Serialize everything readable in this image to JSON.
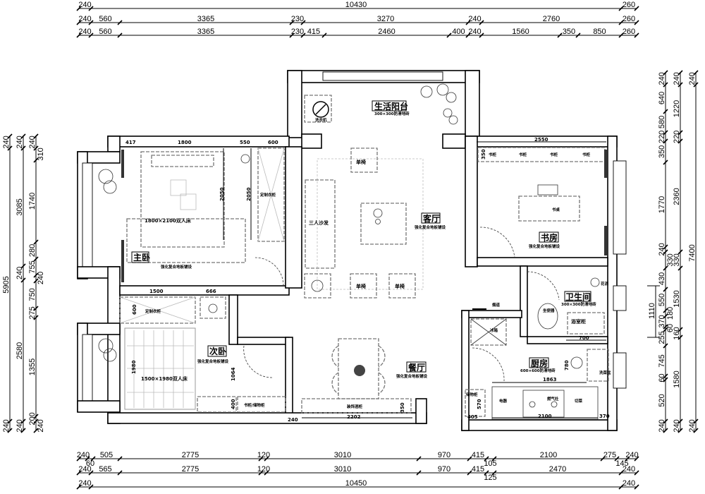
{
  "dimensions": {
    "top": [
      [
        "240",
        "10430",
        "260"
      ],
      [
        "240",
        "560",
        "3365",
        "230",
        "3270",
        "240",
        "2760",
        "260"
      ],
      [
        "240",
        "560",
        "3365",
        "230",
        "415",
        "2460",
        "400",
        "240",
        "1560",
        "350",
        "850",
        "260"
      ]
    ],
    "bottom": [
      [
        "240",
        "60",
        "505",
        "2775",
        "120",
        "3010",
        "970",
        "415",
        "105",
        "2100",
        "275",
        "145",
        "240"
      ],
      [
        "240",
        "565",
        "2775",
        "120",
        "3010",
        "970",
        "415",
        "125",
        "2470",
        "240"
      ],
      [
        "240",
        "10450",
        "240"
      ]
    ],
    "left": [
      [
        "240",
        "5905",
        "240"
      ],
      [
        "240",
        "3085",
        "240",
        "2580",
        "240"
      ],
      [
        "240",
        "310",
        "1740",
        "280",
        "755",
        "240",
        "750",
        "275",
        "1355",
        "200",
        "240"
      ]
    ],
    "right": [
      [
        "240",
        "640",
        "580",
        "220",
        "350",
        "1770",
        "240",
        "330",
        "430",
        "550",
        "180",
        "370",
        "60",
        "255",
        "745",
        "60",
        "520",
        "240"
      ],
      [
        "240",
        "1220",
        "220",
        "2360",
        "330",
        "1530",
        "160",
        "1580",
        "240"
      ],
      [
        "240",
        "7400",
        "240"
      ]
    ],
    "extra": "1110"
  },
  "rooms": {
    "master": {
      "name": "主卧",
      "floor": "强化复合地板铺设",
      "bed": "1800×2100双人床",
      "wardrobe": "定制衣柜",
      "dims": [
        "417",
        "1800",
        "550",
        "600",
        "2050",
        "2050"
      ]
    },
    "second": {
      "name": "次卧",
      "floor": "强化复合地板铺设",
      "bed": "1500×1980双人床",
      "wardrobe": "定制衣柜",
      "shelf": "书柜/储物柜",
      "dims": [
        "1500",
        "666",
        "600",
        "1980",
        "1064",
        "400"
      ]
    },
    "balcony": {
      "name": "生活阳台",
      "floor": "300×300防滑地砖",
      "washer": "洗衣机"
    },
    "living": {
      "name": "客厅",
      "floor": "强化复合地板铺设",
      "sofa": "三人沙发",
      "chairs": [
        "单椅",
        "单椅",
        "单椅"
      ]
    },
    "dining": {
      "name": "餐厅",
      "floor": "强化复合地板铺设",
      "cabinet": "装饰酒柜",
      "dims": [
        "240",
        "2202",
        "350"
      ]
    },
    "study": {
      "name": "书房",
      "floor": "强化复合地板铺设",
      "desk": "书桌",
      "shelves": [
        "书柜",
        "书柜",
        "书柜",
        "书柜"
      ],
      "dims": [
        "2550",
        "350"
      ]
    },
    "bath": {
      "name": "卫生间",
      "floor": "300×300防滑地砖",
      "toilet": "坐便器",
      "vanity": "浴室柜",
      "shower": "花洒",
      "dims": [
        "700"
      ]
    },
    "kitchen": {
      "name": "厨房",
      "floor": "600×600防滑地砖",
      "fridge": "冰箱",
      "flue": "烟道",
      "items": [
        "电器",
        "燃气灶",
        "切菜"
      ],
      "sink": "洗菜盆",
      "storage": "储物柜",
      "dims": [
        "1863",
        "780",
        "2100",
        "370",
        "405",
        "570"
      ]
    }
  }
}
